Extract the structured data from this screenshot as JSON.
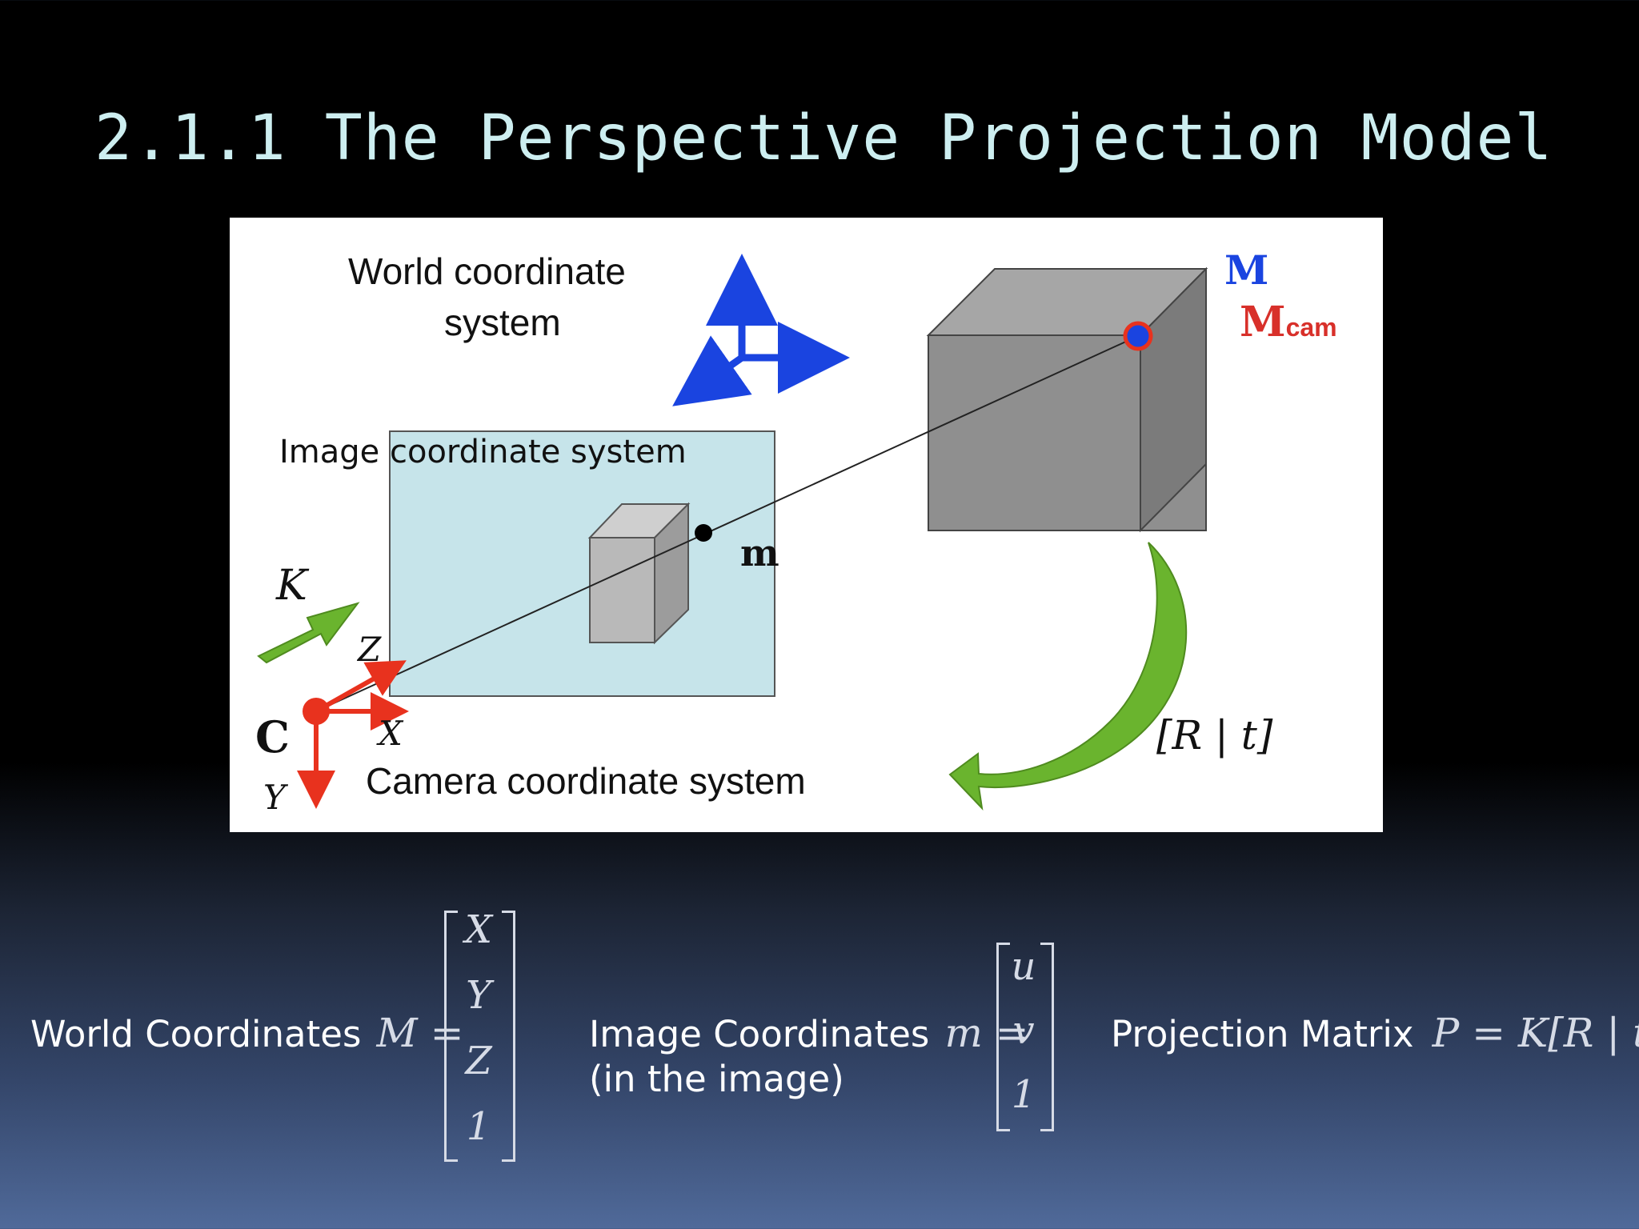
{
  "slide": {
    "title": "2.1.1 The Perspective Projection Model"
  },
  "figure": {
    "world_coord_label_1": "World coordinate",
    "world_coord_label_2": "system",
    "image_coord_label": "Image coordinate system",
    "camera_coord_label": "Camera coordinate system",
    "point_M": "M",
    "point_M_cam": "M",
    "point_M_cam_sub": "cam",
    "point_m": "m",
    "camera_center": "C",
    "intrinsics_label": "K",
    "extrinsics_label": "[R | t]",
    "axis_x": "X",
    "axis_y": "Y",
    "axis_z": "Z",
    "colors": {
      "world_axes": "#1a44e0",
      "camera_axes": "#e8321e",
      "green_arrows": "#6ab42e",
      "image_plane": "#c6e4ea",
      "cube": "#8f8f8f",
      "M_label": "#1a44e0",
      "M_cam_label": "#d8302a"
    }
  },
  "equations": {
    "world": {
      "label": "World Coordinates",
      "lhs": "M =",
      "matrix": [
        "X",
        "Y",
        "Z",
        "1"
      ]
    },
    "image": {
      "label_1": "Image Coordinates",
      "label_2": "(in the image)",
      "lhs": "m =",
      "matrix": [
        "u",
        "v",
        "1"
      ]
    },
    "projection": {
      "label": "Projection Matrix",
      "formula": "P = K[R | t]"
    }
  }
}
